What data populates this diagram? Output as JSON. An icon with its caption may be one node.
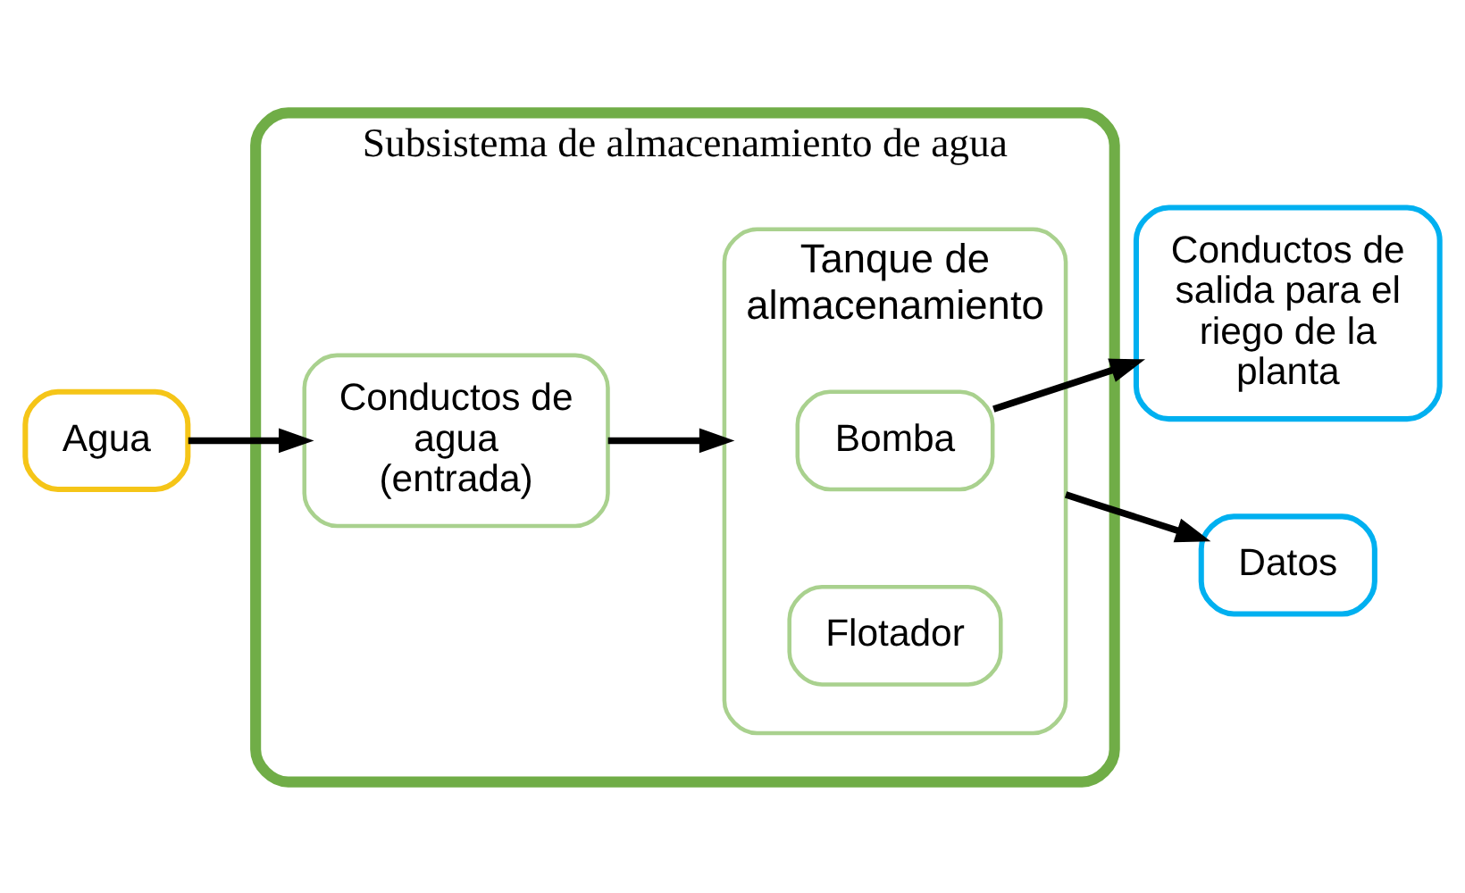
{
  "diagram": {
    "nodes": [
      {
        "text": [
          "Agua"
        ]
      },
      {
        "text": [
          "Subsistema de almacenamiento de agua"
        ]
      },
      {
        "text": [
          "Conductos de agua (entrada)"
        ],
        "in": 1
      },
      {
        "text": [
          "Tanque de almacenamiento"
        ],
        "in": 1
      },
      {
        "text": [
          "Bomba"
        ],
        "in": 3
      },
      {
        "text": [
          "Flotador"
        ],
        "in": 3
      },
      {
        "text": [
          "Conductos de salida para el riego de la planta"
        ]
      },
      {
        "text": [
          "Datos"
        ]
      }
    ],
    "edges": [
      {
        "from": 0,
        "to": 2,
        "arrow": "to"
      },
      {
        "from": 2,
        "to": 3,
        "arrow": "to"
      },
      {
        "from": 4,
        "to": 6,
        "arrow": "to"
      },
      {
        "from": 3,
        "to": 7,
        "arrow": "to"
      }
    ]
  }
}
